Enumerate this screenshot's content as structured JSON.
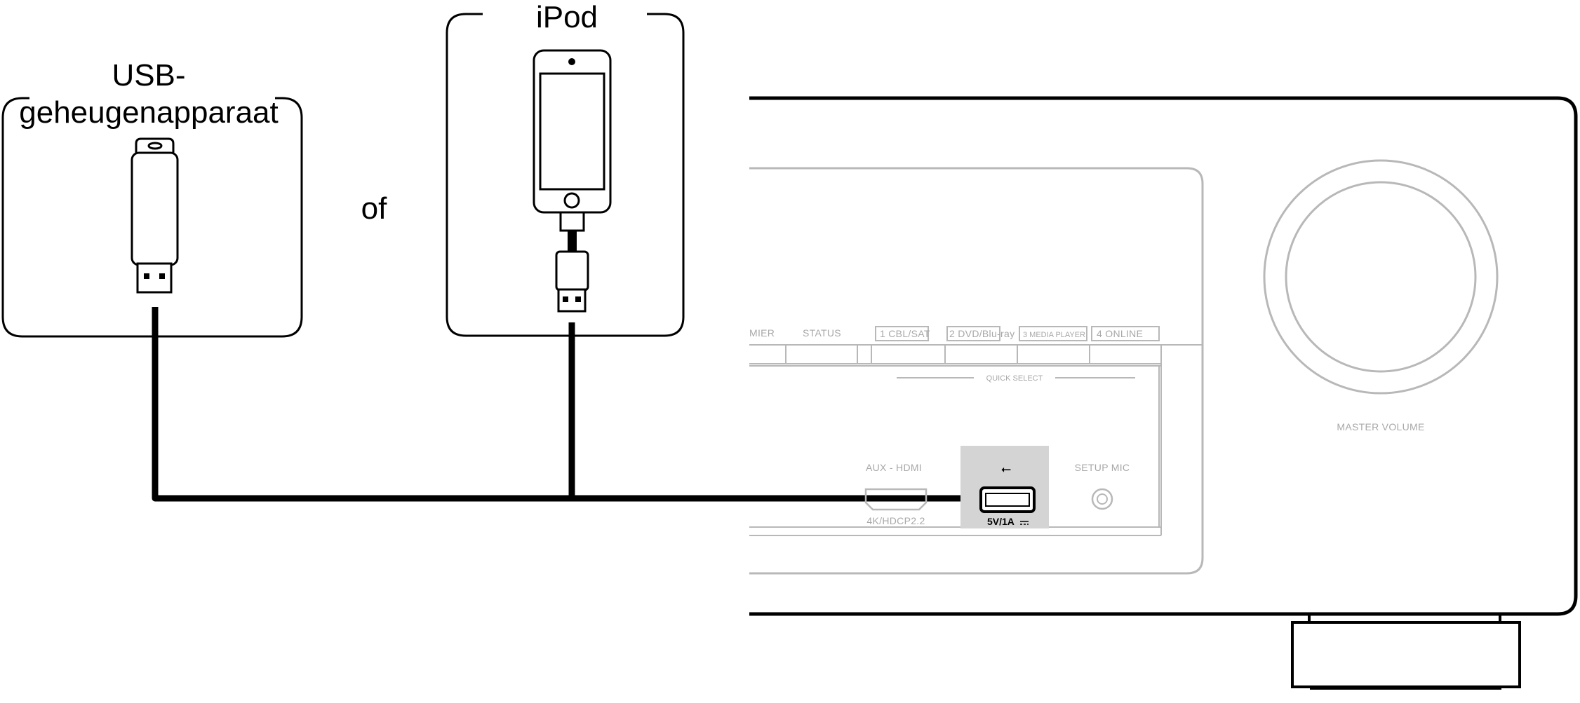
{
  "labels": {
    "usb_device_line1": "USB-",
    "usb_device_line2": "geheugenapparaat",
    "or": "of",
    "ipod": "iPod"
  },
  "receiver_panel": {
    "button_labels": [
      "MIER",
      "STATUS",
      "1 CBL/SAT",
      "2 DVD/Blu-ray",
      "3 MEDIA PLAYER",
      "4 ONLINE"
    ],
    "quick_select": "QUICK SELECT",
    "aux_hdmi": "AUX - HDMI",
    "hdcp": "4K/HDCP2.2",
    "usb_rating": "5V/1A",
    "usb_symbol": "⭠",
    "setup_mic": "SETUP MIC",
    "master_volume": "MASTER VOLUME"
  },
  "colors": {
    "line": "#000000",
    "panel_gray": "#b8b8b8",
    "usb_highlight": "#d4d4d4"
  }
}
